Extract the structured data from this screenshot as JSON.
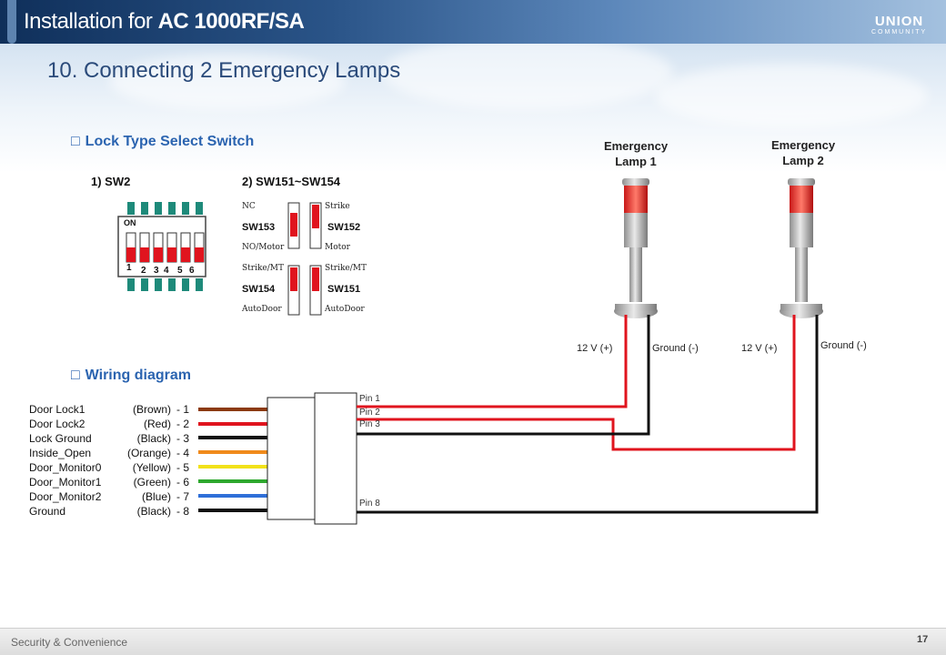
{
  "header": {
    "prefix": "Installation for ",
    "model": "AC 1000RF/SA",
    "logo_top": "UNION",
    "logo_bottom": "COMMUNITY"
  },
  "page_title": "10. Connecting 2 Emergency Lamps",
  "section_lock": {
    "marker": "□",
    "title": "Lock Type Select Switch",
    "sw2_label": "1) SW2",
    "sw2_on": "ON",
    "sw2_numbers": [
      "1",
      "2",
      "3",
      "4",
      "5",
      "6"
    ],
    "sw151_label": "2) SW151~SW154",
    "switches": {
      "sw153": {
        "name": "SW153",
        "top": "NC",
        "bottom": "NO/Motor"
      },
      "sw152": {
        "name": "SW152",
        "top": "Strike",
        "bottom": "Motor"
      },
      "sw154": {
        "name": "SW154",
        "top": "Strike/MT",
        "bottom": "AutoDoor"
      },
      "sw151": {
        "name": "SW151",
        "top": "Strike/MT",
        "bottom": "AutoDoor"
      }
    }
  },
  "section_wiring": {
    "marker": "□",
    "title": "Wiring diagram",
    "signals": [
      {
        "name": "Door Lock1",
        "color_name": "(Brown)",
        "pin": "- 1",
        "color": "#8b3a0f"
      },
      {
        "name": "Door Lock2",
        "color_name": "(Red)",
        "pin": "- 2",
        "color": "#e0141e"
      },
      {
        "name": "Lock Ground",
        "color_name": "(Black)",
        "pin": "- 3",
        "color": "#111111"
      },
      {
        "name": "Inside_Open",
        "color_name": "(Orange)",
        "pin": "- 4",
        "color": "#f08a1c"
      },
      {
        "name": "Door_Monitor0",
        "color_name": "(Yellow)",
        "pin": "- 5",
        "color": "#f2e21a"
      },
      {
        "name": "Door_Monitor1",
        "color_name": "(Green)",
        "pin": "- 6",
        "color": "#2ea82e"
      },
      {
        "name": "Door_Monitor2",
        "color_name": "(Blue)",
        "pin": "- 7",
        "color": "#2f6fd8"
      },
      {
        "name": "Ground",
        "color_name": "(Black)",
        "pin": "- 8",
        "color": "#111111"
      }
    ],
    "pins": [
      "Pin 1",
      "Pin 2",
      "Pin 3",
      "Pin 8"
    ]
  },
  "lamps": [
    {
      "title_line1": "Emergency",
      "title_line2": "Lamp 1",
      "plus": "12 V (+)",
      "ground": "Ground (-)"
    },
    {
      "title_line1": "Emergency",
      "title_line2": "Lamp 2",
      "plus": "12 V (+)",
      "ground": "Ground (-)"
    }
  ],
  "footer": {
    "text": "Security & Convenience",
    "page": "17"
  },
  "colors": {
    "accent": "#2b64b0",
    "wire_red": "#e0141e",
    "wire_black": "#111111"
  }
}
